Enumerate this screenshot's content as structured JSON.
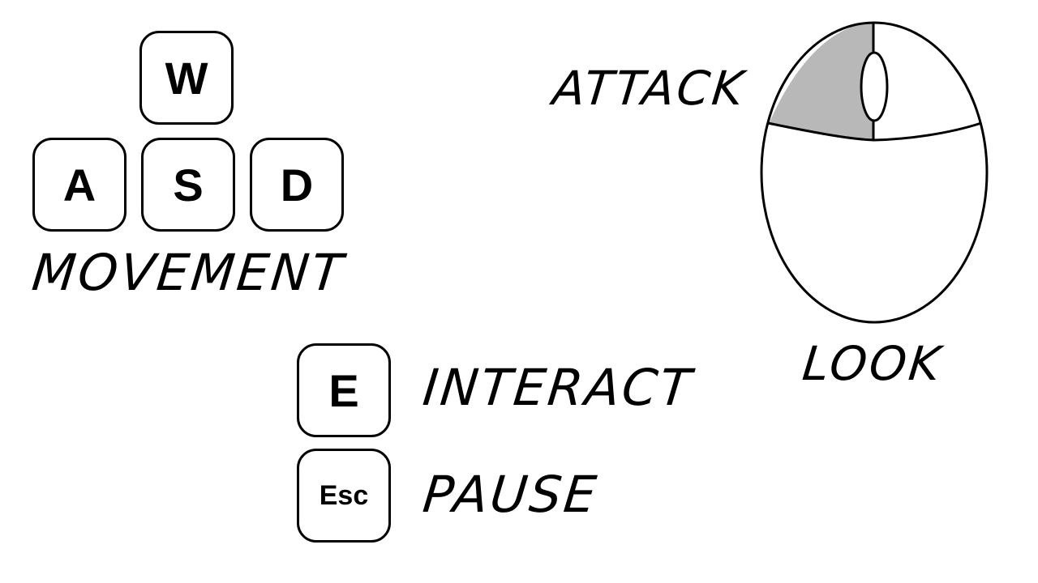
{
  "keys": {
    "w": "W",
    "a": "A",
    "s": "S",
    "d": "D",
    "e": "E",
    "esc": "Esc"
  },
  "labels": {
    "movement": "MOVEMENT",
    "attack": "ATTACK",
    "look": "LOOK",
    "interact": "INTERACT",
    "pause": "PAUSE"
  },
  "colors": {
    "background": "#ffffff",
    "outline": "#000000",
    "highlighted_button": "#b8b8b8"
  },
  "icons": {
    "mouse": "mouse-icon",
    "highlighted_button": "left-mouse-button"
  }
}
